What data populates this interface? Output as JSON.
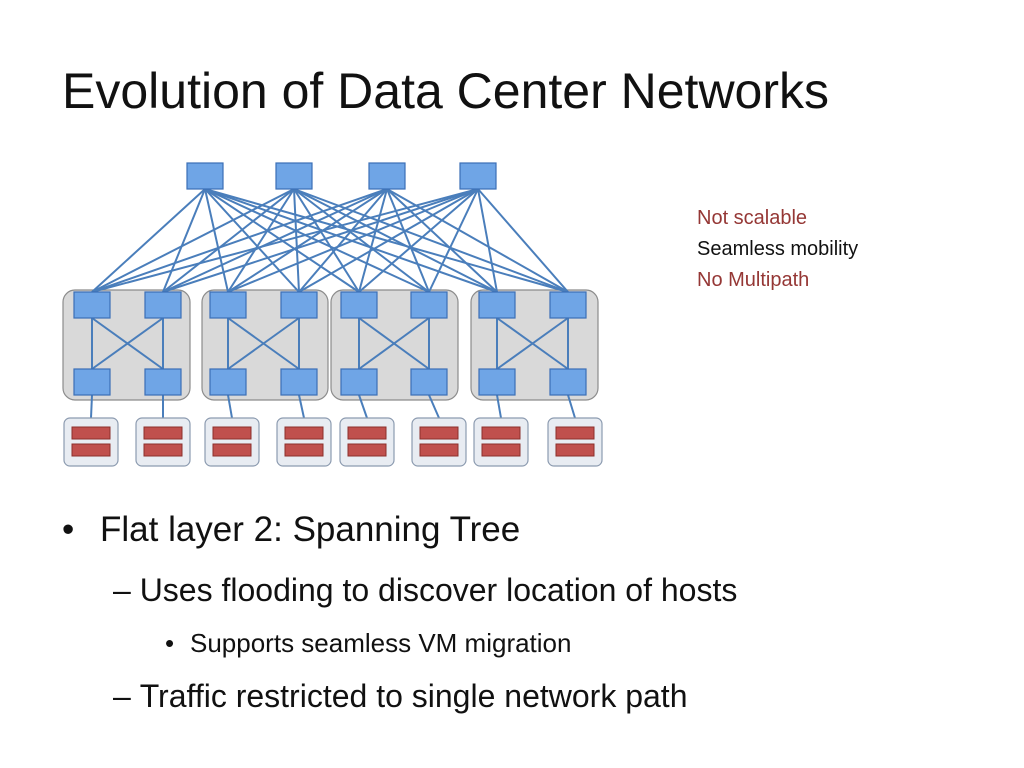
{
  "slide": {
    "title": "Evolution of Data Center Networks",
    "notes": [
      {
        "text": "Not scalable",
        "color": "#953735"
      },
      {
        "text": "Seamless mobility",
        "color": "#111111"
      },
      {
        "text": "No Multipath",
        "color": "#953735"
      }
    ],
    "bullets": {
      "level1": {
        "marker": "•",
        "text": "Flat layer 2: Spanning Tree"
      },
      "level2a": {
        "marker": "–",
        "text": "Uses flooding to discover location of hosts"
      },
      "level3": {
        "marker": "•",
        "text": "Supports seamless VM migration"
      },
      "level2b": {
        "marker": "–",
        "text": "Traffic restricted to single network path"
      }
    }
  },
  "diagram": {
    "colors": {
      "switch_fill": "#6fa5e6",
      "switch_stroke": "#3b6fb6",
      "link": "#4a7ebb",
      "pod_fill": "#d9d9d9",
      "pod_stroke": "#8c8c8c",
      "server_box": "#e8ecf2",
      "server_unit": "#c0504d"
    },
    "core_switches": 4,
    "pods": 4,
    "aggregation_per_pod": 2,
    "edge_per_pod": 2,
    "servers": 8
  }
}
